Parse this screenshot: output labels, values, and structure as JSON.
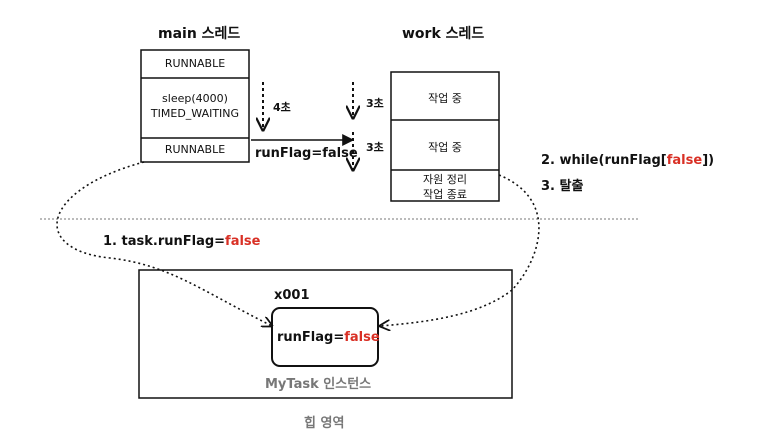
{
  "colors": {
    "accent_red": "#d93025",
    "stroke": "#111111",
    "muted": "#777777"
  },
  "main_thread": {
    "title": "main 스레드",
    "states": [
      {
        "text": "RUNNABLE"
      },
      {
        "line1": "sleep(4000)",
        "line2": "TIMED_WAITING"
      },
      {
        "text": "RUNNABLE"
      }
    ],
    "sleep_duration": "4초"
  },
  "work_thread": {
    "title": "work 스레드",
    "cells": [
      {
        "text": "작업 중"
      },
      {
        "text": "작업 중"
      },
      {
        "line1": "자원 정리",
        "line2": "작업 종료"
      }
    ],
    "durations": [
      "3초",
      "3초"
    ]
  },
  "arrow_label": "runFlag=false",
  "steps": {
    "step1_prefix": "1. task.runFlag=",
    "step1_value": "false",
    "step2_prefix": "2. while(runFlag[",
    "step2_value": "false",
    "step2_suffix": "])",
    "step3": "3. 탈출"
  },
  "heap": {
    "label": "힙 영역",
    "address": "x001",
    "field_prefix": "runFlag=",
    "field_value": "false",
    "instance_label": "MyTask 인스턴스"
  }
}
